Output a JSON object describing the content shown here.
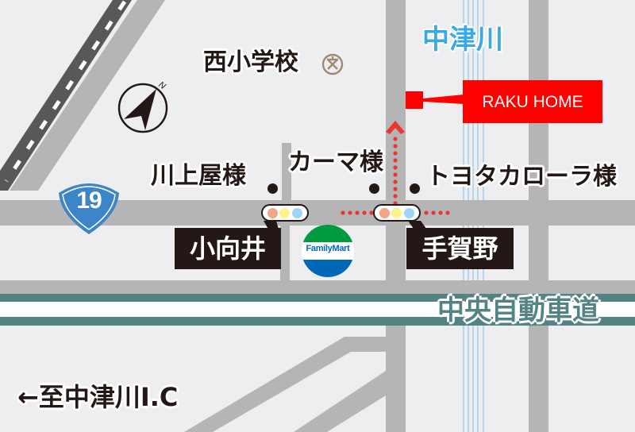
{
  "map": {
    "colors": {
      "background": "#eeeef0",
      "road": "#b5b5b6",
      "railway": "#595757",
      "expressway": "#548383",
      "river": "#8ec5ea",
      "river_label": "#39a9e1",
      "route_dots": "#e8382f",
      "destination": "#ff0000",
      "label_text": "#231815",
      "school_icon": "#9e8a73",
      "route_shield": "#3d85c6"
    },
    "landmarks": {
      "school": "西小学校",
      "kawakamiya": "川上屋様",
      "kama": "カーマ様",
      "toyota": "トヨタカローラ様",
      "familymart": "FamilyMart"
    },
    "intersections": {
      "komukai": "小向井",
      "tegano": "手賀野"
    },
    "river": {
      "name": "中津川"
    },
    "expressway": {
      "name": "中央自動車道"
    },
    "route_shield": {
      "number": "19"
    },
    "destination": {
      "label": "RAKU HOME"
    },
    "direction_sign": {
      "text": "←至中津川I.C"
    },
    "compass": {
      "label": "N"
    },
    "traffic_signal": {
      "lamps": [
        "#f2a687",
        "#fff38c",
        "#9fd6f5"
      ]
    }
  }
}
